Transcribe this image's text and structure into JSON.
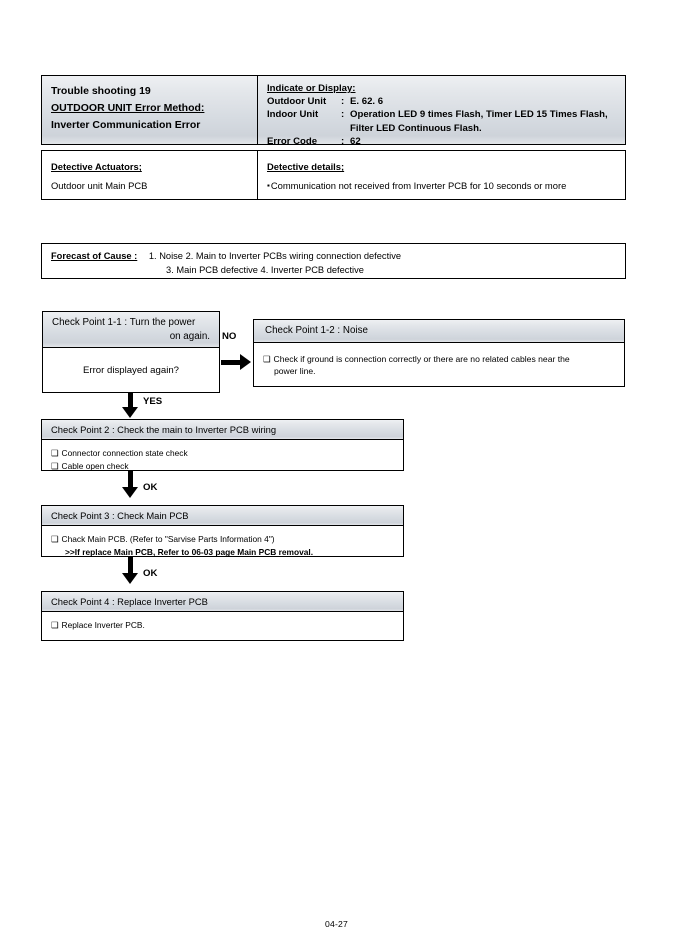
{
  "page": {
    "footer": "04-27"
  },
  "header_table": {
    "left": {
      "line1": "Trouble shooting  19",
      "line2": "OUTDOOR UNIT Error Method:",
      "line3": "Inverter Communication Error"
    },
    "right": {
      "title": "Indicate or Display:",
      "rows": [
        {
          "key": "Outdoor Unit",
          "sep": ":",
          "value": "E. 62. 6"
        },
        {
          "key": "Indoor Unit",
          "sep": ":",
          "value": "Operation LED 9 times Flash, Timer LED 15 Times Flash,"
        },
        {
          "key": "",
          "sep": "",
          "value": "Filter LED Continuous Flash."
        },
        {
          "key": "Error Code",
          "sep": ":",
          "value": "62"
        }
      ],
      "cont_line": "Filter LED Continuous Flash."
    }
  },
  "detective_table": {
    "actuators": {
      "title": "Detective Actuators;",
      "value": "Outdoor unit Main PCB"
    },
    "details": {
      "title": "Detective details;",
      "value": "Communication not received from Inverter PCB for 10 seconds or more"
    }
  },
  "forecast": {
    "label": "Forecast of Cause :",
    "line1": "1. Noise  2. Main to Inverter PCBs wiring connection defective",
    "line2": "3. Main PCB defective  4. Inverter PCB defective"
  },
  "check_point_1_1": {
    "head_line1": "Check Point 1-1 : Turn the power",
    "head_line2": "on again.",
    "body": "Error displayed again?"
  },
  "check_point_1_2": {
    "head": "Check Point 1-2 :  Noise",
    "body_line1": "Check if ground is connection correctly or there are no related cables near the",
    "body_line2": "power line."
  },
  "check_point_2": {
    "head": "Check Point 2 : Check the main to Inverter PCB wiring",
    "items": [
      "Connector connection state check",
      "Cable open check"
    ]
  },
  "check_point_3": {
    "head": "Check Point 3 : Check Main PCB",
    "line1": "Chack Main PCB. (Refer to \"Sarvise Parts Information 4\")",
    "line2": ">>If replace Main PCB, Refer to 06-03 page Main PCB removal."
  },
  "check_point_4": {
    "head": "Check Point 4 : Replace Inverter PCB",
    "items": [
      "Replace Inverter PCB."
    ]
  },
  "connectors": {
    "no_label": "NO",
    "yes_label": "YES",
    "ok_label_1": "OK",
    "ok_label_2": "OK"
  },
  "colors": {
    "border": "#000000",
    "header_fill_top": "#eef0f3",
    "header_fill_bottom": "#ced3da",
    "text": "#000000"
  }
}
